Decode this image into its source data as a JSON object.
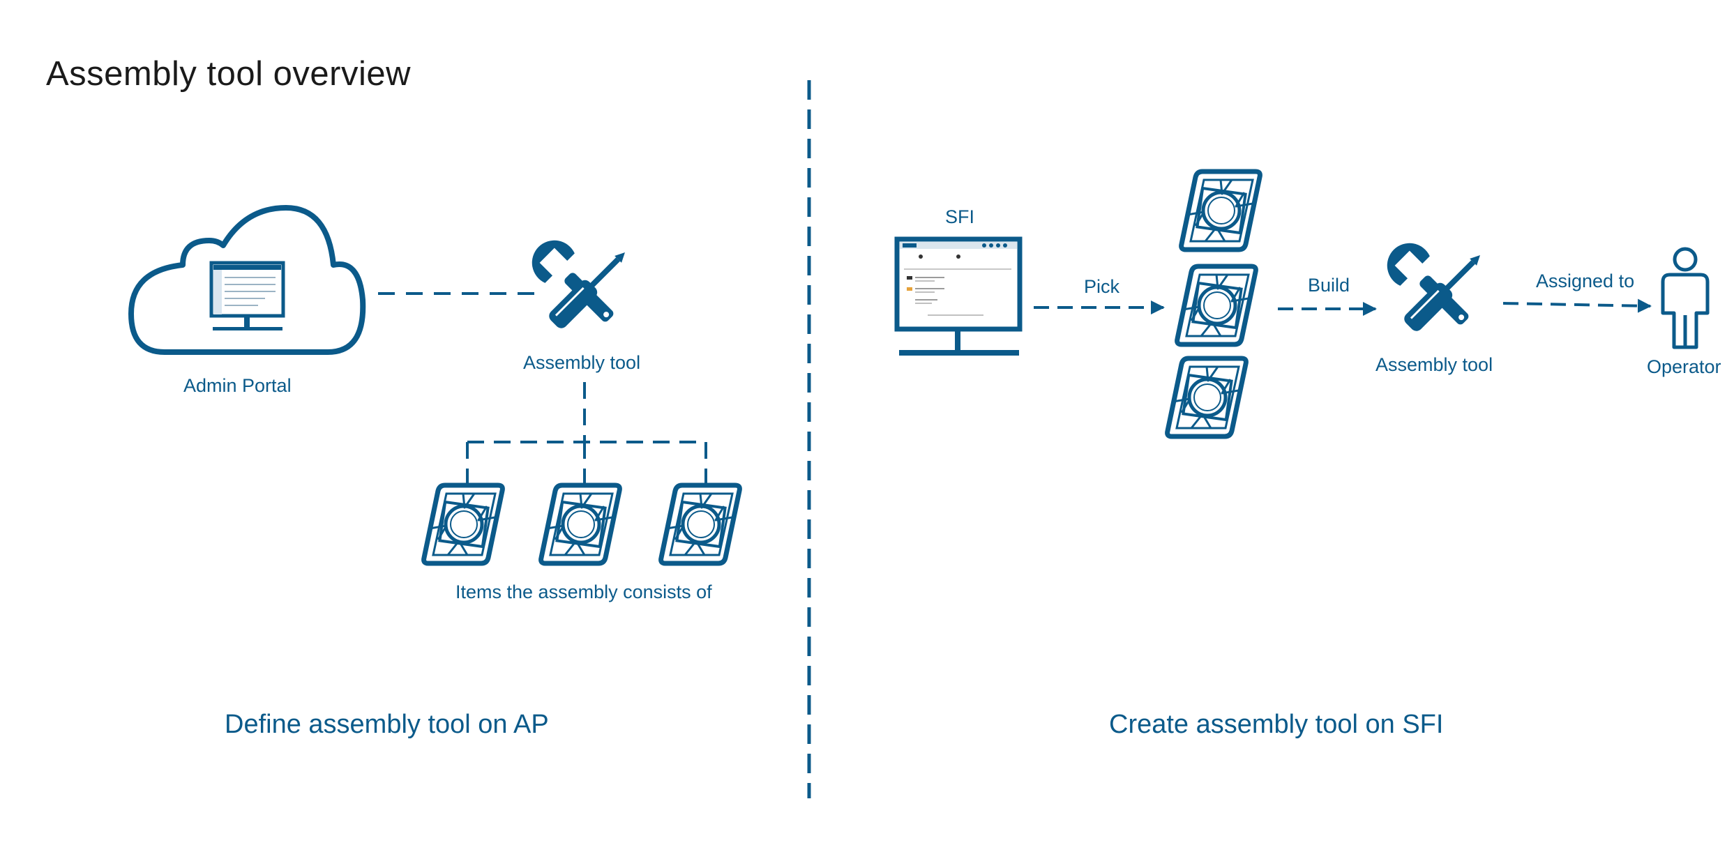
{
  "title": "Assembly tool overview",
  "left": {
    "cloud_label": "Admin Portal",
    "tool_label": "Assembly tool",
    "items_label": "Items the assembly consists of",
    "section_label": "Define assembly tool on AP"
  },
  "right": {
    "monitor_label": "SFI",
    "pick_label": "Pick",
    "build_label": "Build",
    "tool_label": "Assembly tool",
    "assigned_label": "Assigned to",
    "operator_label": "Operator",
    "section_label": "Create assembly tool on SFI"
  },
  "colors": {
    "accent": "#0b5a8a",
    "text": "#1a1a1a"
  },
  "icons": [
    "cloud-icon",
    "monitor-icon",
    "tools-icon",
    "insert-icon",
    "person-icon",
    "arrow-icon"
  ]
}
